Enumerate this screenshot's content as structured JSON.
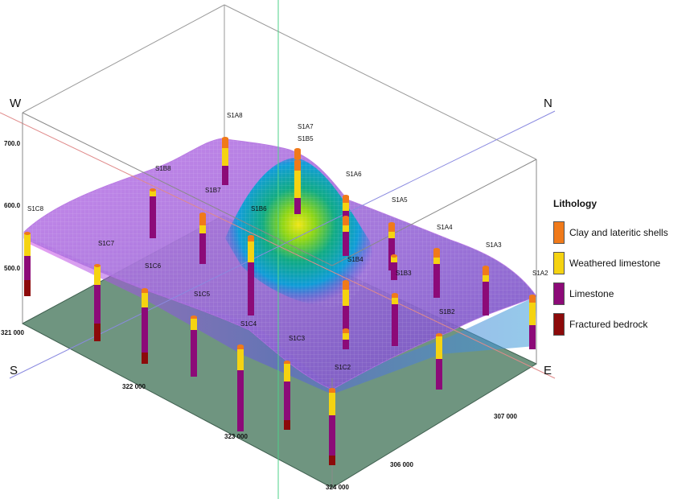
{
  "compass": {
    "west": "W",
    "north": "N",
    "south": "S",
    "east": "E"
  },
  "elevation_ticks": [
    "700.0",
    "600.0",
    "500.0"
  ],
  "easting_ticks": [
    "321 000",
    "322 000",
    "323 000",
    "324 000"
  ],
  "northing_ticks": [
    "306 000",
    "307 000"
  ],
  "legend": {
    "title": "Lithology",
    "items": [
      {
        "label": "Clay and lateritic shells",
        "color": "#f07a1a"
      },
      {
        "label": "Weathered limestone",
        "color": "#f5d311"
      },
      {
        "label": "Limestone",
        "color": "#8c0a78"
      },
      {
        "label": "Fractured bedrock",
        "color": "#8c0a0a"
      }
    ]
  },
  "boreholes": {
    "S1A8": "S1A8",
    "S1A7": "S1A7",
    "S1B5": "S1B5",
    "S1A6": "S1A6",
    "S1A5": "S1A5",
    "S1A4": "S1A4",
    "S1A3": "S1A3",
    "S1A2": "S1A2",
    "S1B8": "S1B8",
    "S1B7": "S1B7",
    "S1B6": "S1B6",
    "S1B4": "S1B4",
    "S1B3": "S1B3",
    "S1B2": "S1B2",
    "S1C8": "S1C8",
    "S1C7": "S1C7",
    "S1C6": "S1C6",
    "S1C5": "S1C5",
    "S1C4": "S1C4",
    "S1C3": "S1C3",
    "S1C2": "S1C2"
  }
}
